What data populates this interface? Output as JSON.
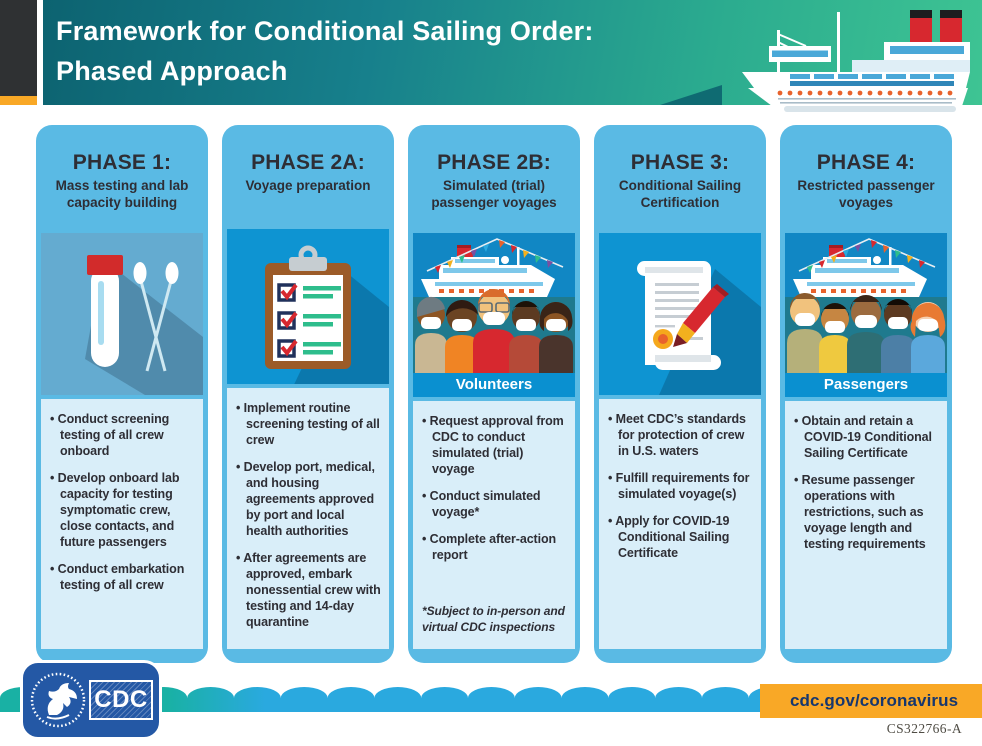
{
  "header": {
    "title": {
      "line1": "Framework for Conditional Sailing Order:",
      "line2": "Phased Approach"
    }
  },
  "phases": [
    {
      "title": "PHASE 1:",
      "subtitle": "Mass testing and lab capacity building",
      "icon": "test-tube-and-swabs",
      "bullets": [
        "Conduct screening testing of all crew onboard",
        "Develop onboard lab capacity for testing symptomatic crew, close contacts, and future passengers",
        "Conduct embarkation testing of all crew"
      ]
    },
    {
      "title": "PHASE 2A:",
      "subtitle": "Voyage preparation",
      "icon": "clipboard-checklist",
      "bullets": [
        "Implement routine screening testing of all crew",
        "Develop port, medical, and housing agreements approved by port and local health authorities",
        "After agreements are approved, embark nonessential crew with testing and 14-day quarantine"
      ]
    },
    {
      "title": "PHASE 2B:",
      "subtitle": "Simulated (trial) passenger voyages",
      "icon": "cruise-ship-with-people",
      "caption": "Volunteers",
      "bullets": [
        "Request approval from CDC to conduct simulated (trial) voyage",
        "Conduct simulated voyage*",
        "Complete after-action report"
      ],
      "footnote": "*Subject to in-person and virtual CDC inspections"
    },
    {
      "title": "PHASE 3:",
      "subtitle": "Conditional Sailing Certification",
      "icon": "certificate-scroll-and-pen",
      "bullets": [
        "Meet CDC’s standards for protection of crew in U.S. waters",
        "Fulfill requirements for simulated voyage(s)",
        "Apply for COVID-19 Conditional Sailing Certificate"
      ]
    },
    {
      "title": "PHASE 4:",
      "subtitle": "Restricted passenger voyages",
      "icon": "cruise-ship-with-people",
      "caption": "Passengers",
      "bullets": [
        "Obtain and retain a COVID-19 Conditional Sailing Certificate",
        "Resume passenger operations with restrictions, such as voyage length and testing requirements"
      ]
    }
  ],
  "footer": {
    "agency_logo_text": "CDC",
    "url": "cdc.gov/coronavirus",
    "document_id": "CS322766-A"
  },
  "colors": {
    "header_gradient_start": "#0b5f6d",
    "header_gradient_end": "#3ec493",
    "edge_bar": "#2f3133",
    "accent_orange": "#f9a826",
    "frame_blue": "#5abae4",
    "panel_blue": "#d9eef9",
    "art_blue": "#0e94d2",
    "art_muted_blue": "#64abd0",
    "caption_blue": "#0a90d0",
    "cdc_navy": "#2458a5",
    "wave_teal": "#19b1a4",
    "wave_blue": "#2aa9df",
    "url_text_navy": "#17376e",
    "text_dark": "#2e2e35"
  }
}
